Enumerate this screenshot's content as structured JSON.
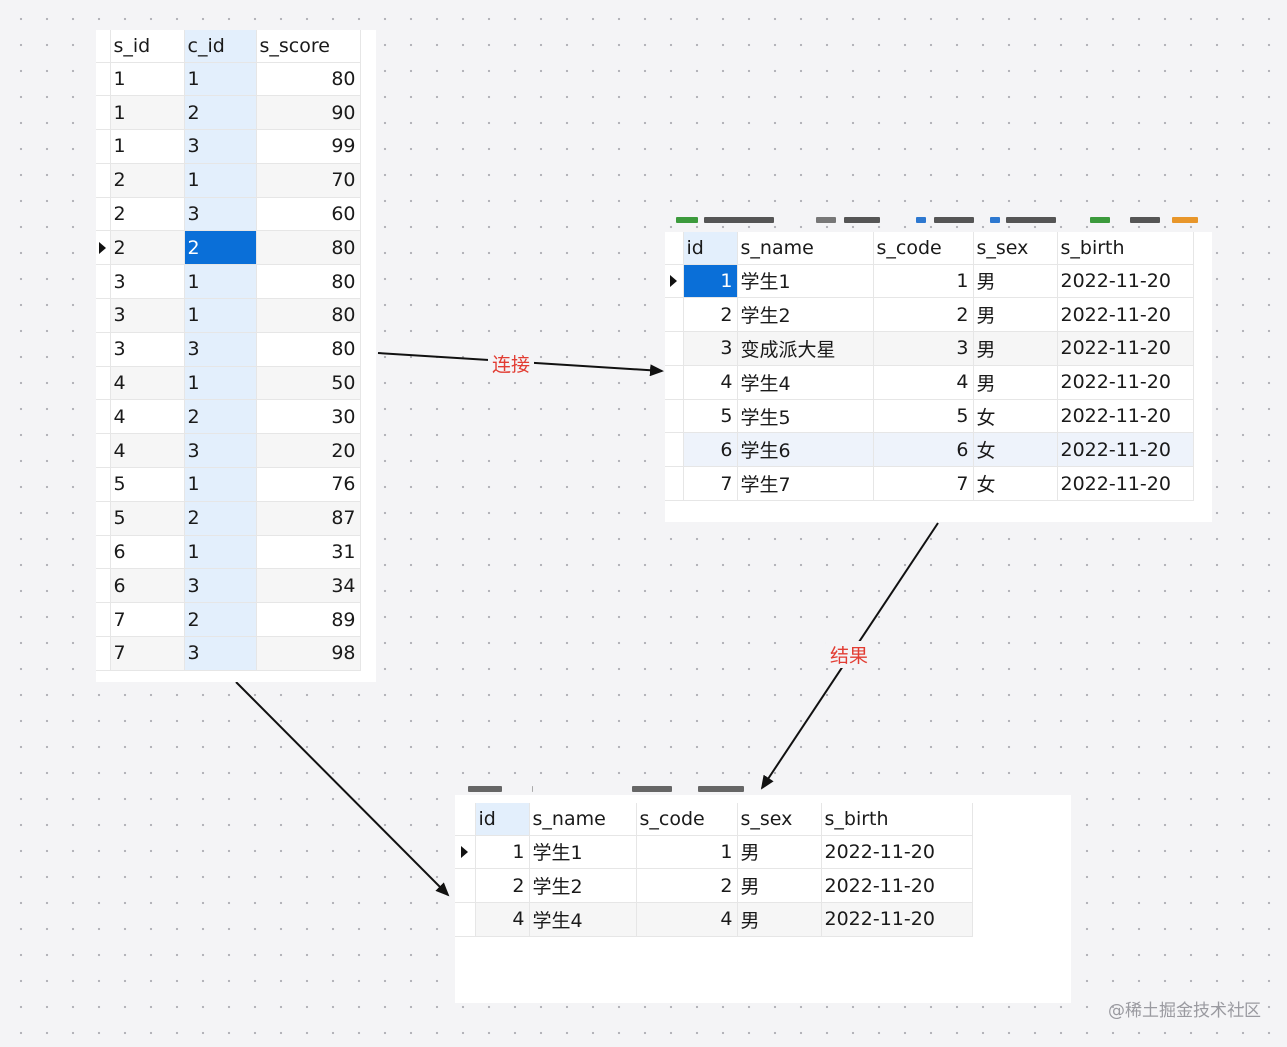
{
  "score_table": {
    "columns": [
      "s_id",
      "c_id",
      "s_score"
    ],
    "rows": [
      [
        "1",
        "1",
        "80"
      ],
      [
        "1",
        "2",
        "90"
      ],
      [
        "1",
        "3",
        "99"
      ],
      [
        "2",
        "1",
        "70"
      ],
      [
        "2",
        "3",
        "60"
      ],
      [
        "2",
        "2",
        "80"
      ],
      [
        "3",
        "1",
        "80"
      ],
      [
        "3",
        "1",
        "80"
      ],
      [
        "3",
        "3",
        "80"
      ],
      [
        "4",
        "1",
        "50"
      ],
      [
        "4",
        "2",
        "30"
      ],
      [
        "4",
        "3",
        "20"
      ],
      [
        "5",
        "1",
        "76"
      ],
      [
        "5",
        "2",
        "87"
      ],
      [
        "6",
        "1",
        "31"
      ],
      [
        "6",
        "3",
        "34"
      ],
      [
        "7",
        "2",
        "89"
      ],
      [
        "7",
        "3",
        "98"
      ]
    ],
    "current_row": 5
  },
  "student_table": {
    "columns": [
      "id",
      "s_name",
      "s_code",
      "s_sex",
      "s_birth"
    ],
    "rows": [
      [
        "1",
        "学生1",
        "1",
        "男",
        "2022-11-20"
      ],
      [
        "2",
        "学生2",
        "2",
        "男",
        "2022-11-20"
      ],
      [
        "3",
        "变成派大星",
        "3",
        "男",
        "2022-11-20"
      ],
      [
        "4",
        "学生4",
        "4",
        "男",
        "2022-11-20"
      ],
      [
        "5",
        "学生5",
        "5",
        "女",
        "2022-11-20"
      ],
      [
        "6",
        "学生6",
        "6",
        "女",
        "2022-11-20"
      ],
      [
        "7",
        "学生7",
        "7",
        "女",
        "2022-11-20"
      ]
    ],
    "current_row": 0
  },
  "result_table": {
    "columns": [
      "id",
      "s_name",
      "s_code",
      "s_sex",
      "s_birth"
    ],
    "rows": [
      [
        "1",
        "学生1",
        "1",
        "男",
        "2022-11-20"
      ],
      [
        "2",
        "学生2",
        "2",
        "男",
        "2022-11-20"
      ],
      [
        "4",
        "学生4",
        "4",
        "男",
        "2022-11-20"
      ]
    ],
    "current_row": 0
  },
  "labels": {
    "join": "连接",
    "result": "结果"
  },
  "watermark": "@稀土掘金技术社区",
  "colors": {
    "selection": "#0a6fd8",
    "annotation": "#e23c32",
    "arrow": "#111111"
  }
}
